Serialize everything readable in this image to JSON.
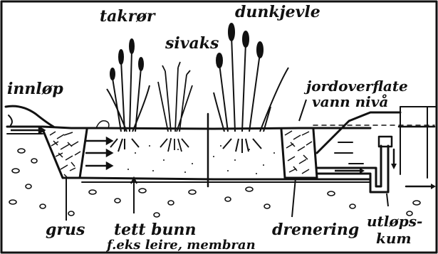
{
  "labels": {
    "innlop": "innløp",
    "takror": "takrør",
    "sivaks": "sivaks",
    "dunkjevle": "dunkjevle",
    "jordoverflate": "jordoverflate",
    "vann_niva": "vann nivå",
    "grus": "grus",
    "tett_bunn": "tett bunn",
    "tett_bunn_sub": "f.eks leire, membran",
    "drenering": "drenering",
    "utlopskum_1": "utløps-",
    "utlopskum_2": "kum"
  },
  "colors": {
    "ink": "#111111",
    "paper": "#ffffff"
  }
}
